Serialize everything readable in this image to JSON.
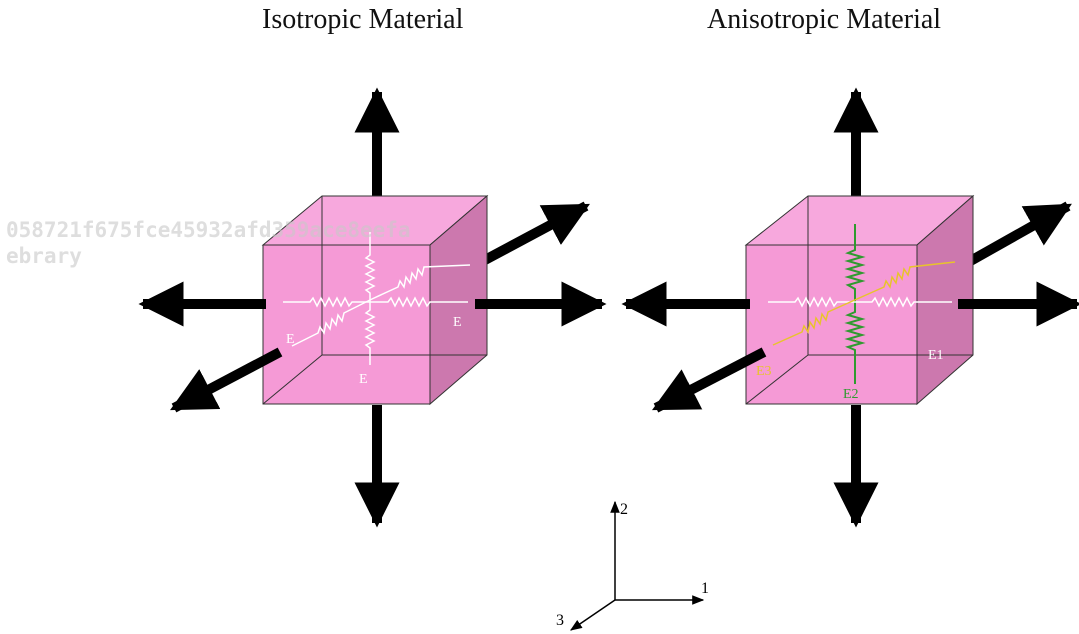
{
  "titles": {
    "left": "Isotropic Material",
    "right": "Anisotropic Material"
  },
  "watermark": {
    "line1": "058721f675fce45932afd359ace8eefa",
    "line2": "ebrary"
  },
  "left_cube": {
    "spring_labels": {
      "z_axis": "E",
      "x_axis": "E",
      "y_axis": "E"
    }
  },
  "right_cube": {
    "spring_labels": {
      "z_axis": "E3",
      "x_axis": "E1",
      "y_axis": "E2"
    }
  },
  "axes_triad": {
    "x": "1",
    "y": "2",
    "z": "3"
  },
  "colors": {
    "cube_front": "#f59ad6",
    "cube_top": "#f7a8dd",
    "cube_side": "#cc78ae",
    "arrow": "#000000",
    "iso_spring": "#ffffff",
    "e1_spring": "#ffffff",
    "e2_spring": "#2f9a2f",
    "e3_spring": "#e8c32c"
  }
}
